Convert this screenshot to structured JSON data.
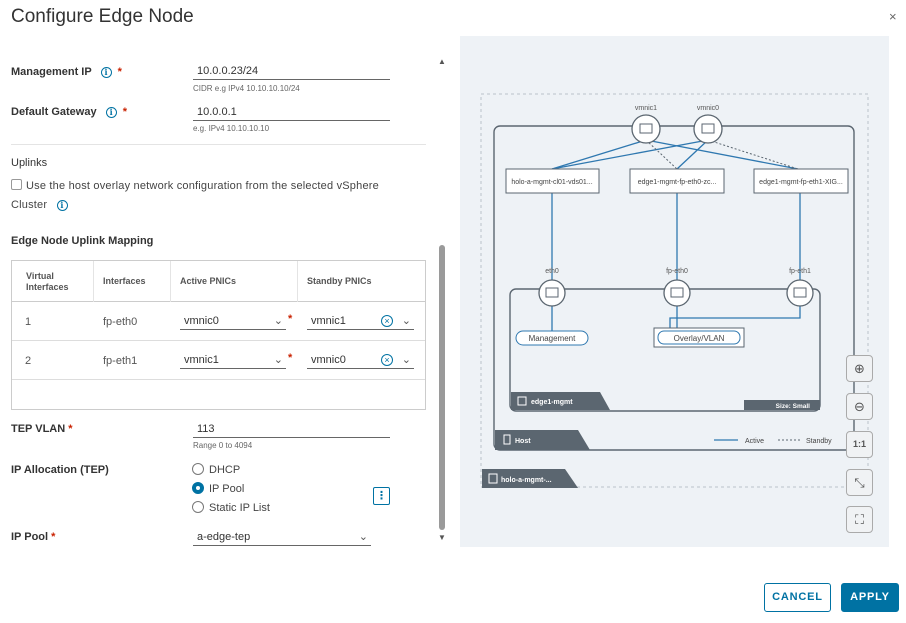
{
  "dialog": {
    "title": "Configure Edge Node",
    "close_label": "×"
  },
  "form": {
    "management_ip": {
      "label": "Management IP",
      "value": "10.0.0.23/24",
      "helper": "CIDR e.g IPv4 10.10.10.10/24"
    },
    "default_gateway": {
      "label": "Default Gateway",
      "value": "10.0.0.1",
      "helper": "e.g. IPv4 10.10.10.10"
    },
    "uplinks": {
      "title": "Uplinks",
      "checkbox_label_line1": "Use the host overlay network configuration from the selected vSphere",
      "checkbox_label_line2": "Cluster",
      "checked": false
    },
    "mapping": {
      "title": "Edge Node Uplink Mapping",
      "columns": [
        "Virtual Interfaces",
        "Interfaces",
        "Active PNICs",
        "Standby PNICs"
      ],
      "rows": [
        {
          "vi": "1",
          "iface": "fp-eth0",
          "active": "vmnic0",
          "standby": "vmnic1"
        },
        {
          "vi": "2",
          "iface": "fp-eth1",
          "active": "vmnic1",
          "standby": "vmnic0"
        }
      ]
    },
    "tep_vlan": {
      "label": "TEP VLAN",
      "value": "113",
      "helper": "Range 0 to 4094"
    },
    "ip_allocation": {
      "label": "IP Allocation (TEP)",
      "options": [
        "DHCP",
        "IP Pool",
        "Static IP List"
      ],
      "selected": "IP Pool"
    },
    "ip_pool": {
      "label": "IP Pool",
      "value": "a-edge-tep"
    }
  },
  "diagram": {
    "vmnics": [
      "vmnic1",
      "vmnic0"
    ],
    "switches": [
      "holo-a-mgmt-cl01-vds01...",
      "edge1-mgmt-fp-eth0-zc...",
      "edge1-mgmt-fp-eth1-XIG..."
    ],
    "ports": [
      "eth0",
      "fp-eth0",
      "fp-eth1"
    ],
    "networks": [
      "Management",
      "Overlay/VLAN"
    ],
    "edge_name": "edge1-mgmt",
    "edge_size": "Size: Small",
    "host_label": "Host",
    "cluster_label": "holo-a-mgmt-...",
    "legend": {
      "active": "Active",
      "standby": "Standby"
    },
    "colors": {
      "active": "#2f78b0",
      "frame": "#5b6670"
    }
  },
  "zoom": {
    "fit_label": "1:1"
  },
  "actions": {
    "cancel": "CANCEL",
    "apply": "APPLY"
  }
}
